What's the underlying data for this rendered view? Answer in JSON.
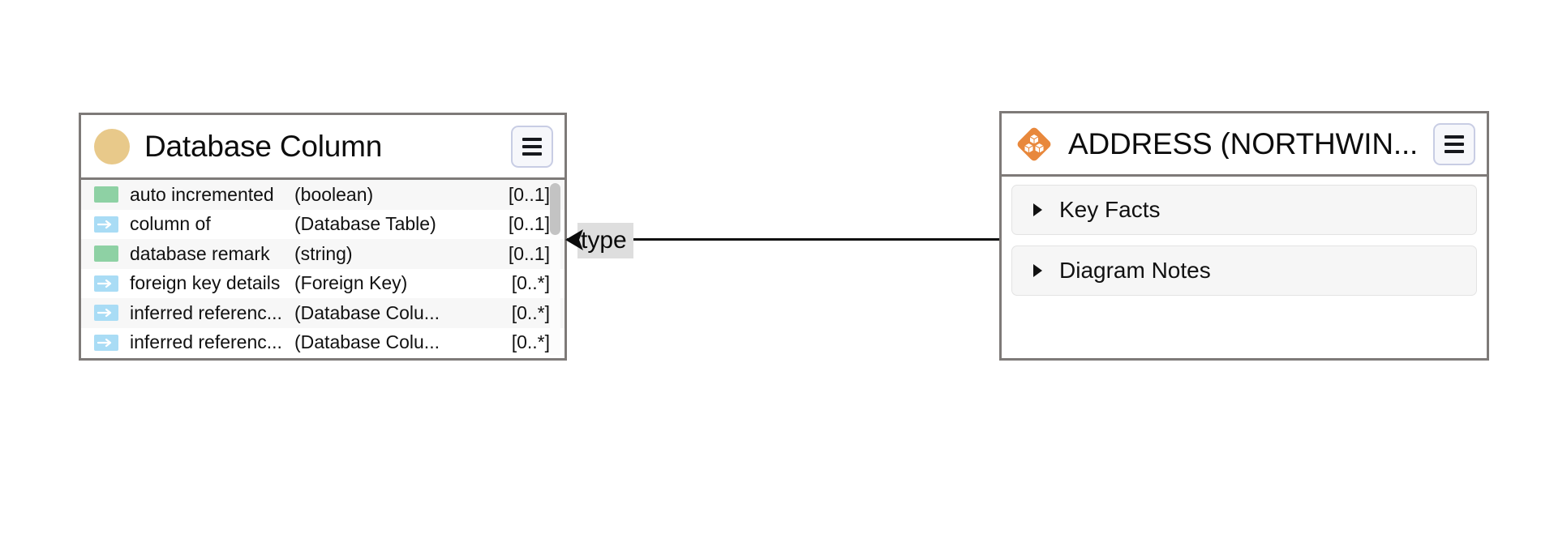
{
  "canvas": {
    "background": "#ffffff"
  },
  "left_card": {
    "title": "Database Column",
    "icon": "filled-circle-icon",
    "icon_color": "#e8c98a",
    "menu_button_label": "≡",
    "border_color": "#7e7a78",
    "attribute_swatch_color": "#8ed1a4",
    "reference_swatch_color": "#a9dcf5",
    "scrollbar": {
      "thumb_color": "#c3c3c3",
      "track_color": "#fcfcfc"
    },
    "rows": [
      {
        "icon": "attribute-swatch-icon",
        "kind": "attribute",
        "name": "auto incremented",
        "type": "(boolean)",
        "multiplicity": "[0..1]"
      },
      {
        "icon": "reference-arrow-icon",
        "kind": "reference",
        "name": "column of",
        "type": "(Database Table)",
        "multiplicity": "[0..1]"
      },
      {
        "icon": "attribute-swatch-icon",
        "kind": "attribute",
        "name": "database remark",
        "type": "(string)",
        "multiplicity": "[0..1]"
      },
      {
        "icon": "reference-arrow-icon",
        "kind": "reference",
        "name": "foreign key details",
        "type": "(Foreign Key)",
        "multiplicity": "[0..*]"
      },
      {
        "icon": "reference-arrow-icon",
        "kind": "reference",
        "name": "inferred referenc...",
        "type": "(Database Colu...",
        "multiplicity": "[0..*]"
      },
      {
        "icon": "reference-arrow-icon",
        "kind": "reference",
        "name": "inferred referenc...",
        "type": "(Database Colu...",
        "multiplicity": "[0..*]"
      }
    ]
  },
  "right_card": {
    "title": "ADDRESS (NORTHWIN...",
    "icon": "orange-diamond-cubes-icon",
    "icon_color": "#e8883c",
    "menu_button_label": "≡",
    "border_color": "#7e7a78",
    "sections": [
      {
        "label": "Key Facts",
        "expanded": false
      },
      {
        "label": "Diagram Notes",
        "expanded": false
      }
    ]
  },
  "connector": {
    "label": "type",
    "arrow_glyph": "◀",
    "label_background": "#dedede",
    "line_color": "#0f0f0f"
  }
}
